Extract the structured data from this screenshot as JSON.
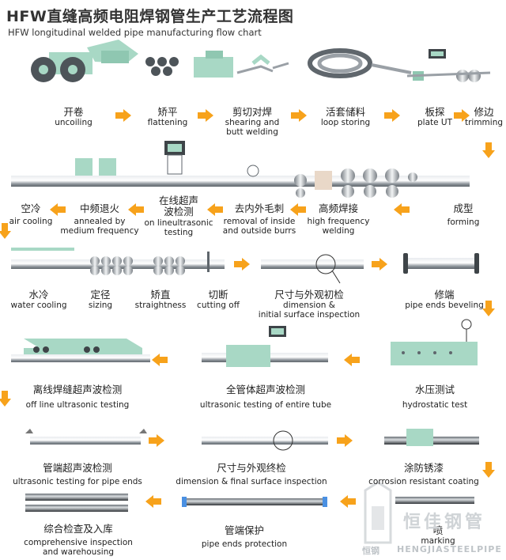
{
  "header": {
    "title_cn": "HFW直缝高频电阻焊钢管生产工艺流程图",
    "title_en": "HFW longitudinal welded pipe manufacturing flow chart"
  },
  "steps": [
    {
      "cn": "开卷",
      "en": "uncoiling"
    },
    {
      "cn": "矫平",
      "en": "flattening"
    },
    {
      "cn": "剪切对焊",
      "en": "shearing and\nbutt welding"
    },
    {
      "cn": "活套储料",
      "en": "loop storing"
    },
    {
      "cn": "板探",
      "en": "plate UT"
    },
    {
      "cn": "修边",
      "en": "trimming"
    },
    {
      "cn": "成型",
      "en": "forming"
    },
    {
      "cn": "高频焊接",
      "en": "high frequency\nwelding"
    },
    {
      "cn": "去内外毛刺",
      "en": "removal of inside\nand outside burrs"
    },
    {
      "cn": "在线超声\n波检测",
      "en": "on lineultrasonic\ntesting"
    },
    {
      "cn": "中频退火",
      "en": "annealed by\nmedium frequency"
    },
    {
      "cn": "空冷",
      "en": "air cooling"
    },
    {
      "cn": "水冷",
      "en": "water cooling"
    },
    {
      "cn": "定径",
      "en": "sizing"
    },
    {
      "cn": "矫直",
      "en": "straightness"
    },
    {
      "cn": "切断",
      "en": "cutting off"
    },
    {
      "cn": "尺寸与外观初检",
      "en": "dimension &\ninitial surface inspection"
    },
    {
      "cn": "修端",
      "en": "pipe ends beveling"
    },
    {
      "cn": "水压测试",
      "en": "hydrostatic test"
    },
    {
      "cn": "全管体超声波检测",
      "en": "ultrasonic testing of entire tube"
    },
    {
      "cn": "离线焊缝超声波检测",
      "en": "off line ultrasonic testing"
    },
    {
      "cn": "管端超声波检测",
      "en": "ultrasonic testing for pipe ends"
    },
    {
      "cn": "尺寸与外观终检",
      "en": "dimension & final surface inspection"
    },
    {
      "cn": "涂防锈漆",
      "en": "corrosion resistant coating"
    },
    {
      "cn": "喷",
      "en": "marking"
    },
    {
      "cn": "管端保护",
      "en": "pipe ends protection"
    },
    {
      "cn": "综合检查及入库",
      "en": "comprehensive inspection\nand warehousing"
    }
  ],
  "watermark": {
    "cn": "恒佳钢管",
    "en": "HENGJIASTEELPIPE",
    "logo_cn": "恒钢"
  },
  "colors": {
    "arrow": "#f7a21b",
    "machine": "#a8d8c5",
    "pipe": "#9aa0a6",
    "text": "#222222"
  }
}
